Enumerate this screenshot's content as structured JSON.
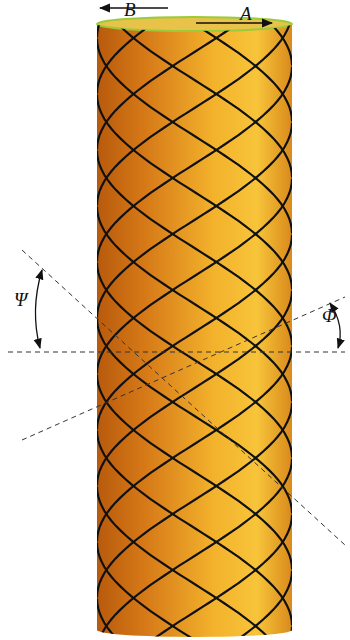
{
  "diagram": {
    "labels": [
      "B",
      "A",
      "Ψ",
      "Φ"
    ]
  }
}
